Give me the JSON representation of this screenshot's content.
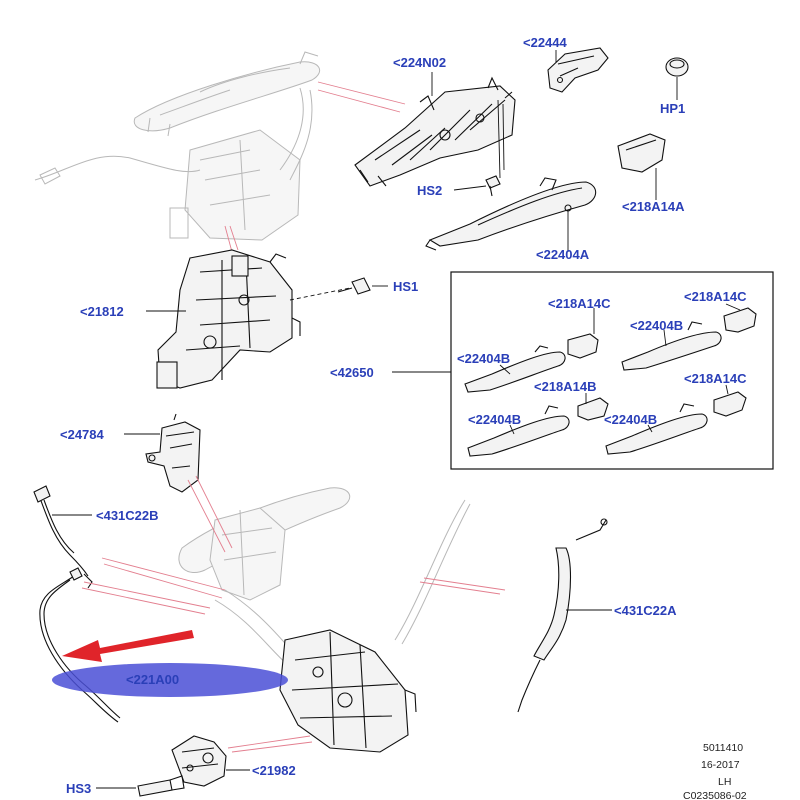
{
  "labels": {
    "l_224N02": "<224N02",
    "l_22444": "<22444",
    "hp1": "HP1",
    "hs2": "HS2",
    "l_218A14A": "<218A14A",
    "l_22404A": "<22404A",
    "hs1": "HS1",
    "l_21812": "<21812",
    "l_218A14C_1": "<218A14C",
    "l_218A14C_2": "<218A14C",
    "l_22404B_1": "<22404B",
    "l_42650": "<42650",
    "l_22404B_2": "<22404B",
    "l_218A14B": "<218A14B",
    "l_218A14C_3": "<218A14C",
    "l_22404B_3": "<22404B",
    "l_22404B_4": "<22404B",
    "l_24784": "<24784",
    "l_431C22B": "<431C22B",
    "l_431C22A": "<431C22A",
    "l_221A00": "<221A00",
    "l_21982": "<21982",
    "hs3": "HS3"
  },
  "doc_info": {
    "line1": "5011410",
    "line2": "16-2017",
    "line3": "LH",
    "line4": "C0235086-02"
  },
  "colors": {
    "label": "#2a3fb8",
    "highlight_ellipse": "#4a4fd6",
    "arrow": "#e0242a",
    "callout_pink": "#e37f8f",
    "line": "#111111"
  }
}
